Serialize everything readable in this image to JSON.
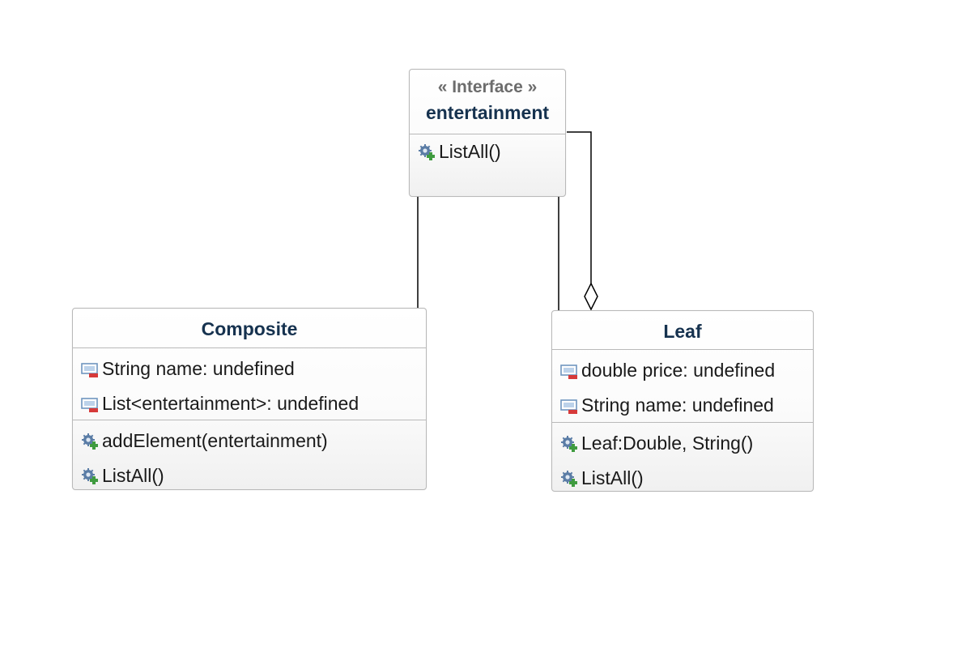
{
  "diagram": {
    "interface": {
      "stereotype": "« Interface »",
      "name": "entertainment",
      "operations": [
        {
          "icon": "public-operation-icon",
          "text": "ListAll()"
        }
      ]
    },
    "composite": {
      "name": "Composite",
      "attributes": [
        {
          "icon": "private-attribute-icon",
          "text": "String name: undefined"
        },
        {
          "icon": "private-attribute-icon",
          "text": "List<entertainment>: undefined"
        }
      ],
      "operations": [
        {
          "icon": "public-operation-icon",
          "text": "addElement(entertainment)"
        },
        {
          "icon": "public-operation-icon",
          "text": "ListAll()"
        }
      ]
    },
    "leaf": {
      "name": "Leaf",
      "attributes": [
        {
          "icon": "private-attribute-icon",
          "text": "double price: undefined"
        },
        {
          "icon": "private-attribute-icon",
          "text": "String name: undefined"
        }
      ],
      "operations": [
        {
          "icon": "public-operation-icon",
          "text": "Leaf:Double, String()"
        },
        {
          "icon": "public-operation-icon",
          "text": "ListAll()"
        }
      ]
    },
    "relations": [
      {
        "type": "association",
        "from": "composite",
        "to": "interface"
      },
      {
        "type": "association",
        "from": "leaf",
        "to": "interface"
      },
      {
        "type": "aggregation",
        "from": "interface",
        "to": "leaf"
      }
    ],
    "colors": {
      "class_name": "#16324f",
      "stereotype": "#6c6c6c",
      "border": "#b9b9b9",
      "line": "#000000"
    }
  }
}
